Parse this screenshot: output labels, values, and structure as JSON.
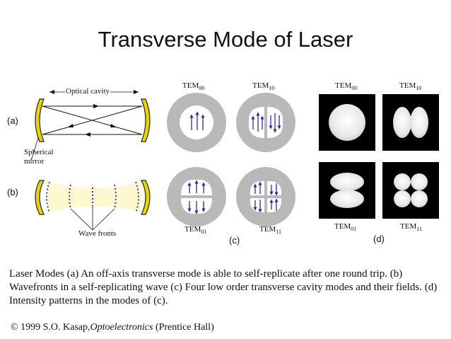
{
  "title": "Transverse Mode of Laser",
  "panel_a": {
    "label": "(a)",
    "cavity_label": "Optical cavity",
    "mirror_label_1": "Spherical",
    "mirror_label_2": "mirror"
  },
  "panel_b": {
    "label": "(b)",
    "wavefront_label": "Wave fronts"
  },
  "panel_c": {
    "label": "(c)",
    "modes": [
      {
        "base": "TEM",
        "sub": "00"
      },
      {
        "base": "TEM",
        "sub": "10"
      },
      {
        "base": "TEM",
        "sub": "01"
      },
      {
        "base": "TEM",
        "sub": "11"
      }
    ]
  },
  "panel_d": {
    "label": "(d)",
    "modes": [
      {
        "base": "TEM",
        "sub": "00"
      },
      {
        "base": "TEM",
        "sub": "10"
      },
      {
        "base": "TEM",
        "sub": "01"
      },
      {
        "base": "TEM",
        "sub": "11"
      }
    ]
  },
  "caption": "Laser Modes (a) An off-axis transverse mode is able to self-replicate after one round trip. (b) Wavefronts in a self-replicating wave (c) Four low order transverse cavity modes and their fields. (d) Intensity patterns in the modes of (c).",
  "copyright": {
    "prefix": "© 1999 S.O. Kasap,",
    "book": "Optoelectronics",
    "suffix": " (Prentice Hall)"
  },
  "colors": {
    "mirror_fill": "#e8d500",
    "beam_fill": "#fdf8cf",
    "mode_ring": "#b9b9b9",
    "arrow": "#2b2b9e",
    "intensity_bg": "#000000"
  }
}
